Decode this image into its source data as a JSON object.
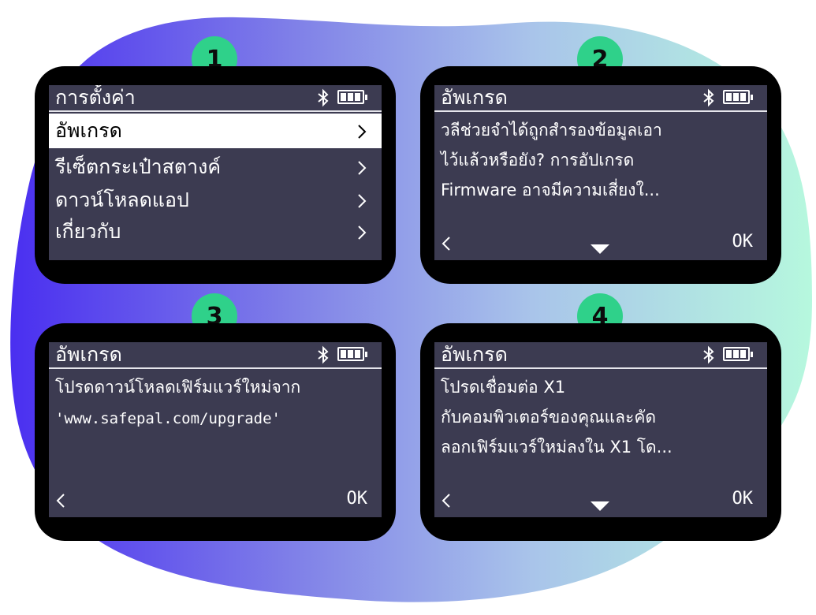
{
  "badges": [
    "1",
    "2",
    "3",
    "4"
  ],
  "screen1": {
    "title": "การตั้งค่า",
    "items": [
      {
        "label": "อัพเกรด",
        "selected": true
      },
      {
        "label": "รีเซ็ตกระเป๋าสตางค์",
        "selected": false
      },
      {
        "label": "ดาวน์โหลดแอป",
        "selected": false
      },
      {
        "label": "เกี่ยวกับ",
        "selected": false
      }
    ]
  },
  "screen2": {
    "title": "อัพเกรด",
    "lines": [
      "วลีช่วยจำได้ถูกสำรองข้อมูลเอา",
      "ไว้แล้วหรือยัง? การอัปเกรด",
      "Firmware อาจมีความเสี่ยงใ..."
    ],
    "ok": "OK"
  },
  "screen3": {
    "title": "อัพเกรด",
    "lines": [
      "โปรดดาวน์โหลดเฟิร์มแวร์ใหม่จาก",
      "'www.safepal.com/upgrade'"
    ],
    "ok": "OK"
  },
  "screen4": {
    "title": "อัพเกรด",
    "lines": [
      "โปรดเชื่อมต่อ X1",
      "กับคอมพิวเตอร์ของคุณและคัด",
      "ลอกเฟิร์มแวร์ใหม่ลงใน X1 โด..."
    ],
    "ok": "OK"
  },
  "icons": {
    "status": [
      "bluetooth-icon",
      "battery-icon"
    ],
    "nav": [
      "chevron-right-icon",
      "chevron-left-icon",
      "triangle-down-icon"
    ]
  },
  "colors": {
    "badge": "#2fd18a",
    "screen_bg": "#3c3b51",
    "device_bezel": "#000000",
    "blob_start": "#5a3ff0",
    "blob_mid": "#9fb3ea",
    "blob_end": "#b8f7e0"
  }
}
